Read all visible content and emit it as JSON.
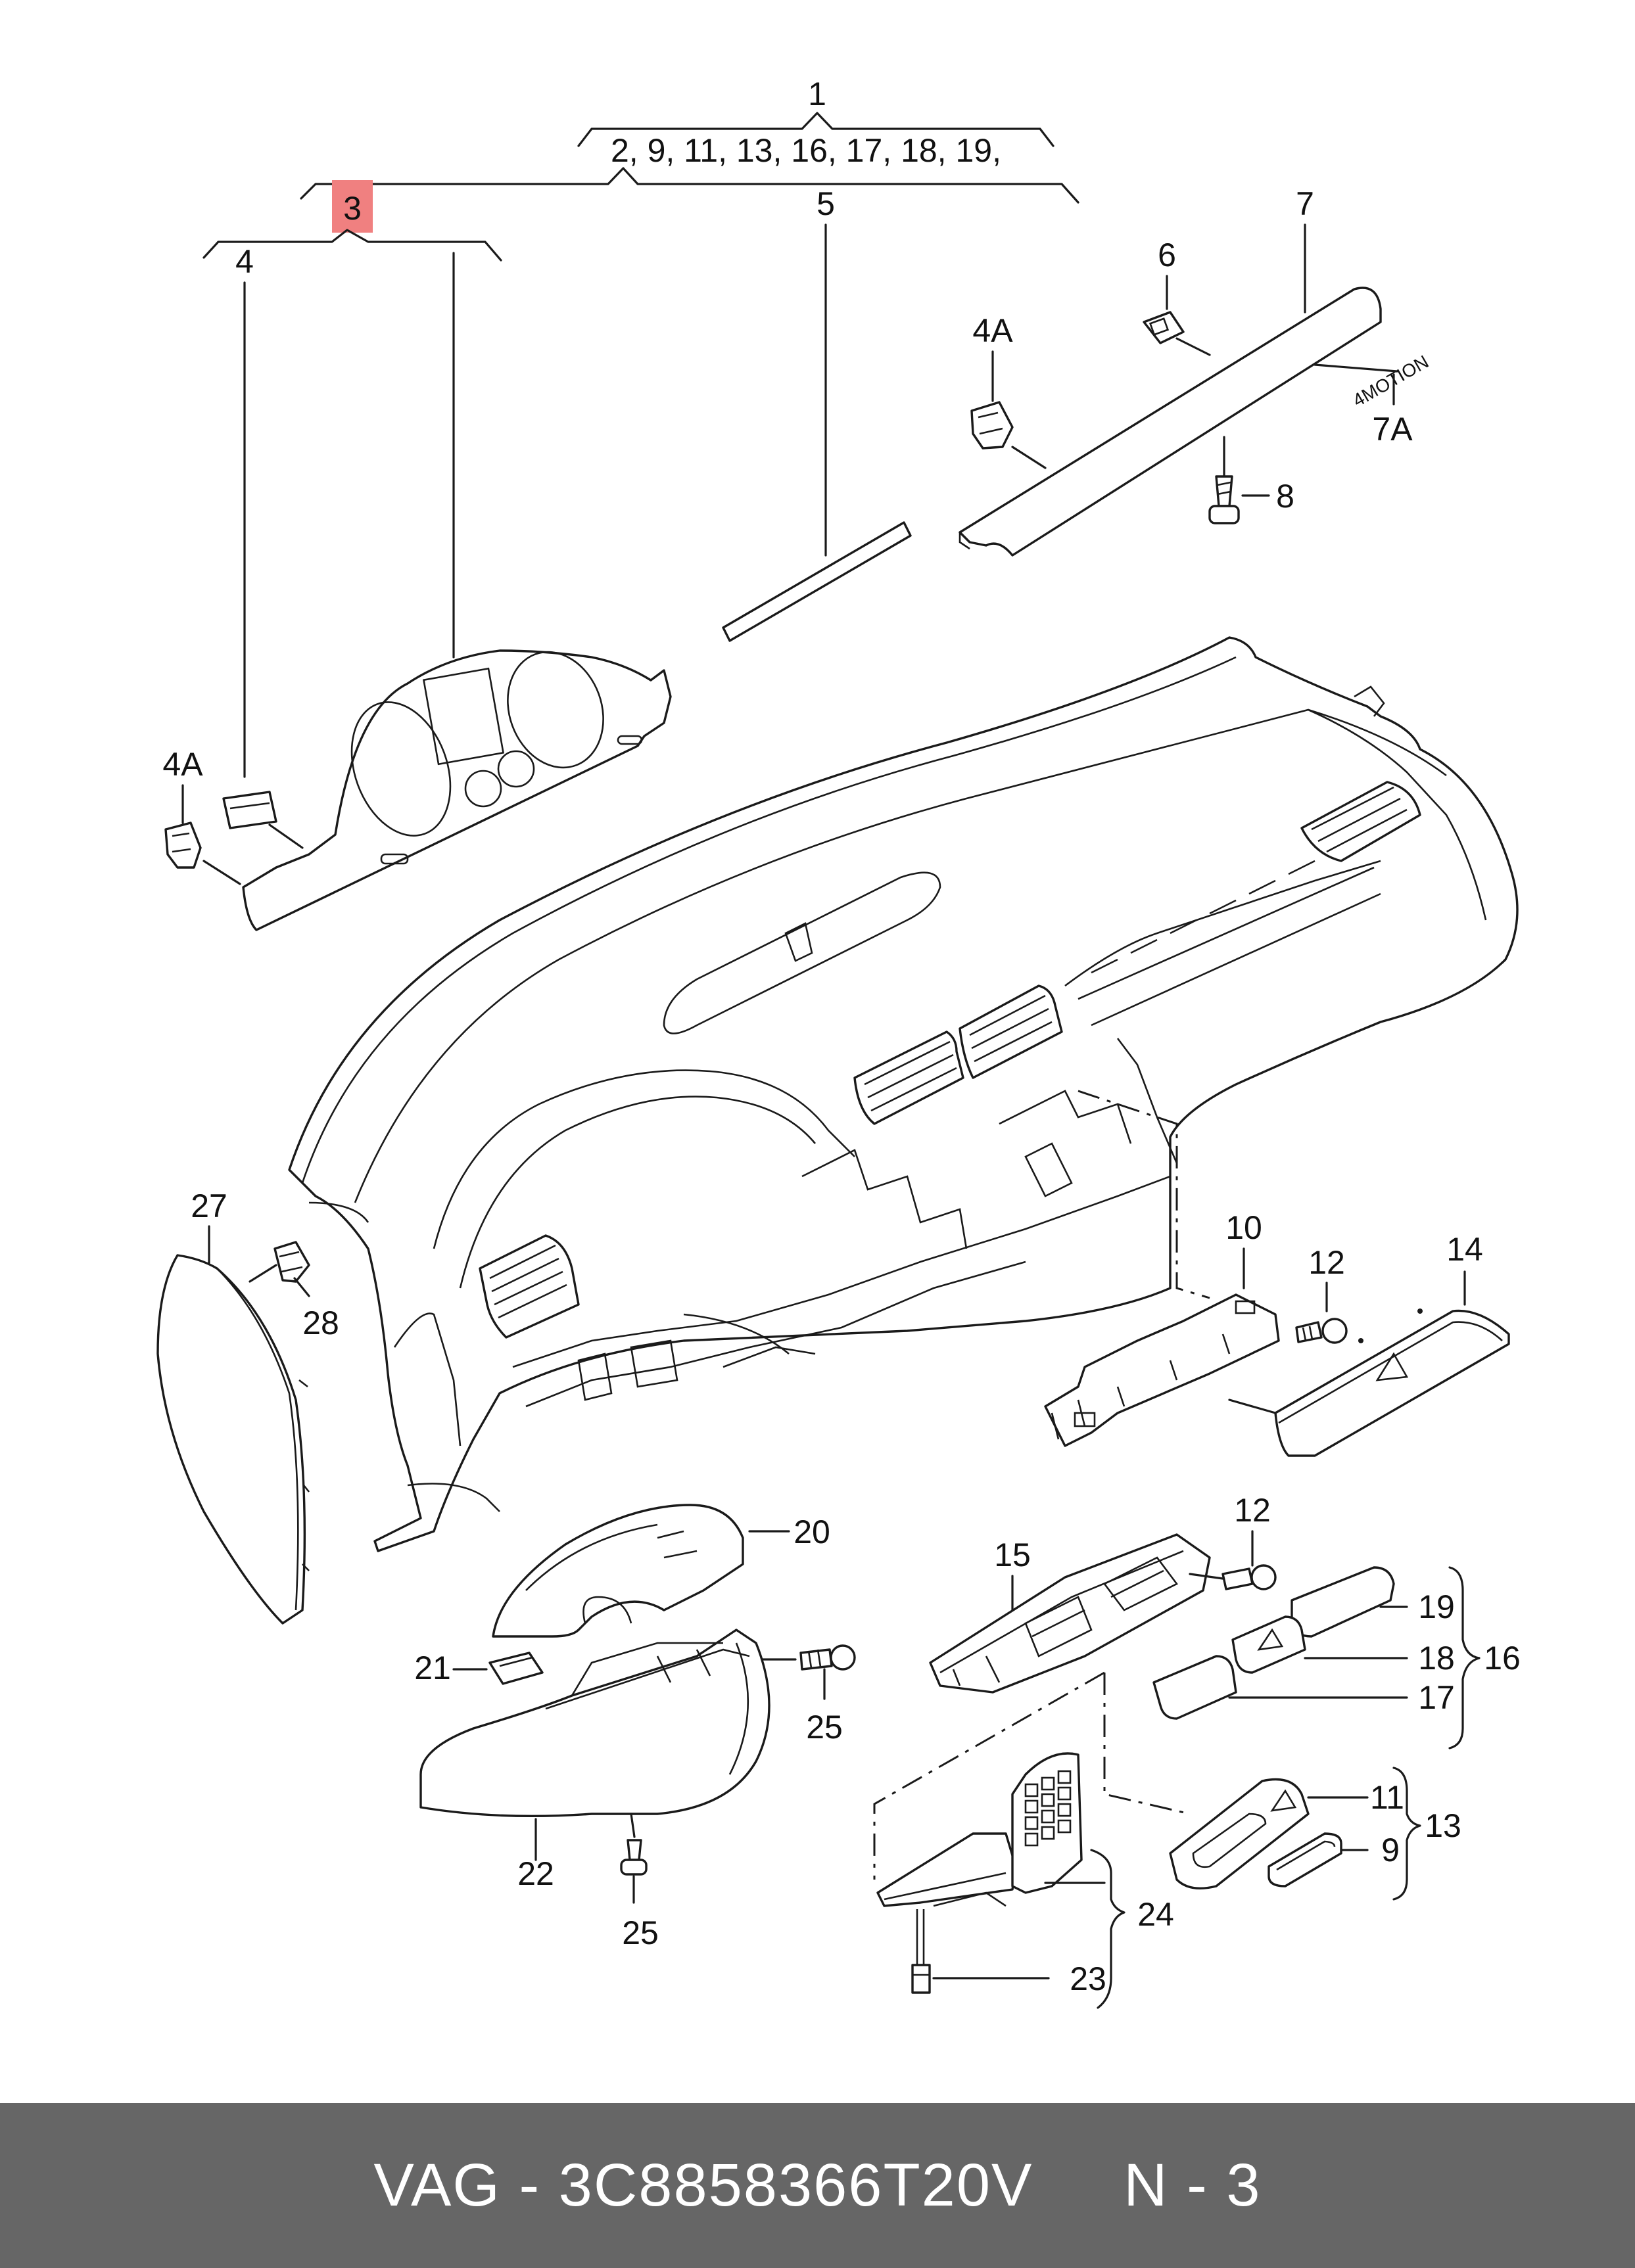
{
  "diagram": {
    "labels": {
      "l1": "1",
      "l1_sub": "2, 9, 11, 13, 16, 17, 18, 19,",
      "l3": "3",
      "l4": "4",
      "l4a_top": "4A",
      "l4a_left": "4A",
      "l5": "5",
      "l6": "6",
      "l7": "7",
      "l7a": "7A",
      "l7a_text": "4MOTION",
      "l8": "8",
      "l10": "10",
      "l11": "11",
      "l12a": "12",
      "l12b": "12",
      "l13": "13",
      "l14": "14",
      "l15": "15",
      "l16": "16",
      "l17": "17",
      "l18": "18",
      "l19": "19",
      "l20": "20",
      "l21": "21",
      "l22": "22",
      "l23": "23",
      "l24": "24",
      "l25a": "25",
      "l25b": "25",
      "l27": "27",
      "l28": "28",
      "l9": "9"
    },
    "highlight_color": "#f08080"
  },
  "footer": {
    "text": "VAG - 3C8858366T20V     N - 3",
    "background": "#666666"
  }
}
